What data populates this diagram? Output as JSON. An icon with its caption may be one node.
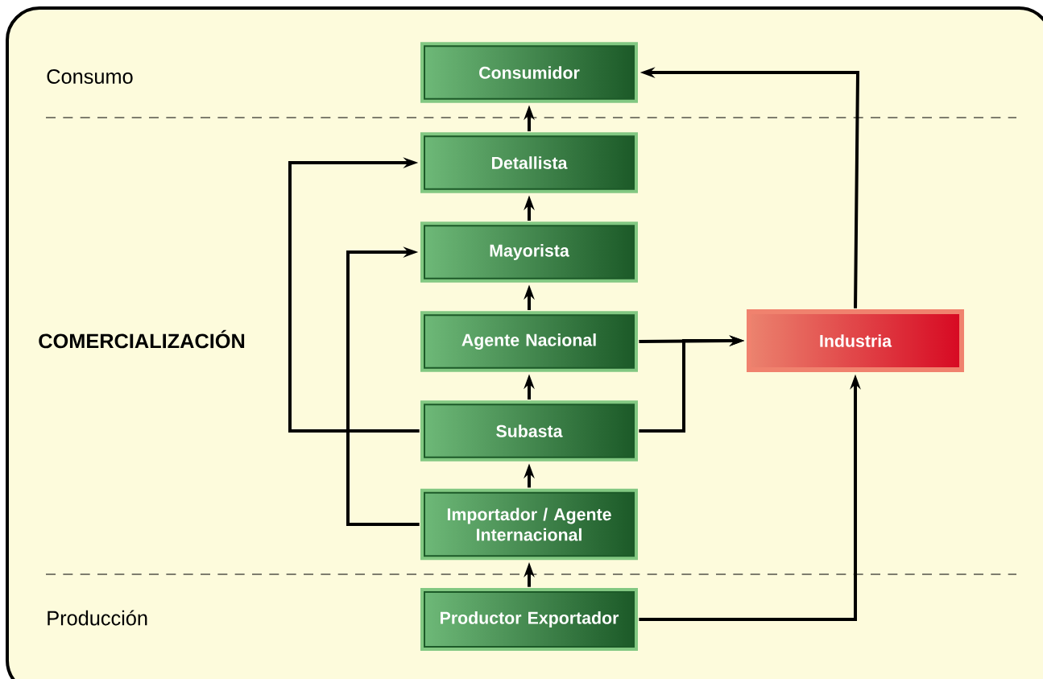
{
  "diagram": {
    "nodes": [
      {
        "text": [
          "Consumidor"
        ]
      },
      {
        "text": [
          "Detallista"
        ]
      },
      {
        "text": [
          "Mayorista"
        ]
      },
      {
        "text": [
          "Agente Nacional"
        ]
      },
      {
        "text": [
          "Subasta"
        ]
      },
      {
        "text": [
          "Importador / Agente Internacional"
        ]
      },
      {
        "text": [
          "Productor Exportador"
        ]
      },
      {
        "text": [
          "Industria"
        ]
      }
    ],
    "edges": [
      {
        "from": 1,
        "to": 0,
        "arrow": "to"
      },
      {
        "from": 2,
        "to": 1,
        "arrow": "to"
      },
      {
        "from": 3,
        "to": 2,
        "arrow": "to"
      },
      {
        "from": 4,
        "to": 3,
        "arrow": "to"
      },
      {
        "from": 5,
        "to": 4,
        "arrow": "to"
      },
      {
        "from": 6,
        "to": 5,
        "arrow": "to"
      },
      {
        "from": 7,
        "to": 0,
        "arrow": "to"
      },
      {
        "from": 4,
        "to": 1,
        "arrow": "to"
      },
      {
        "from": 5,
        "to": 2,
        "arrow": "to"
      },
      {
        "from": 3,
        "to": 7,
        "arrow": "to"
      },
      {
        "from": 4,
        "to": 7,
        "arrow": "to"
      },
      {
        "from": 6,
        "to": 7,
        "arrow": "to"
      }
    ],
    "labels": [
      "Consumo",
      "COMERCIALIZACIÓN",
      "Producción"
    ]
  }
}
